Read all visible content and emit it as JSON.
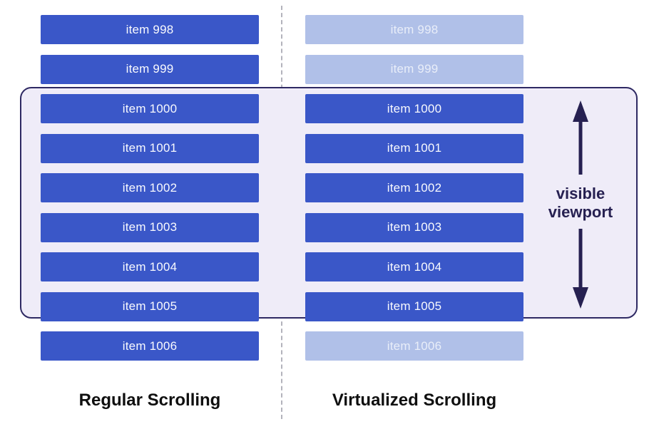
{
  "colors": {
    "bar-solid": "#3a57c8",
    "bar-faded": "#b0c0e8",
    "viewport-fill": "#efecf8",
    "viewport-border": "#2e2963",
    "annotation": "#262051",
    "divider": "#b3b3bc",
    "label": "#0f0f0f"
  },
  "left_column": {
    "label": "Regular Scrolling",
    "items": [
      {
        "label": "item 998",
        "state": "solid"
      },
      {
        "label": "item 999",
        "state": "solid"
      },
      {
        "label": "item 1000",
        "state": "solid"
      },
      {
        "label": "item 1001",
        "state": "solid"
      },
      {
        "label": "item 1002",
        "state": "solid"
      },
      {
        "label": "item 1003",
        "state": "solid"
      },
      {
        "label": "item 1004",
        "state": "solid"
      },
      {
        "label": "item 1005",
        "state": "solid"
      },
      {
        "label": "item 1006",
        "state": "solid"
      }
    ]
  },
  "right_column": {
    "label": "Virtualized Scrolling",
    "items": [
      {
        "label": "item 998",
        "state": "faded"
      },
      {
        "label": "item 999",
        "state": "faded"
      },
      {
        "label": "item 1000",
        "state": "solid"
      },
      {
        "label": "item 1001",
        "state": "solid"
      },
      {
        "label": "item 1002",
        "state": "solid"
      },
      {
        "label": "item 1003",
        "state": "solid"
      },
      {
        "label": "item 1004",
        "state": "solid"
      },
      {
        "label": "item 1005",
        "state": "solid"
      },
      {
        "label": "item 1006",
        "state": "faded"
      }
    ]
  },
  "viewport": {
    "label": "visible viewport"
  }
}
